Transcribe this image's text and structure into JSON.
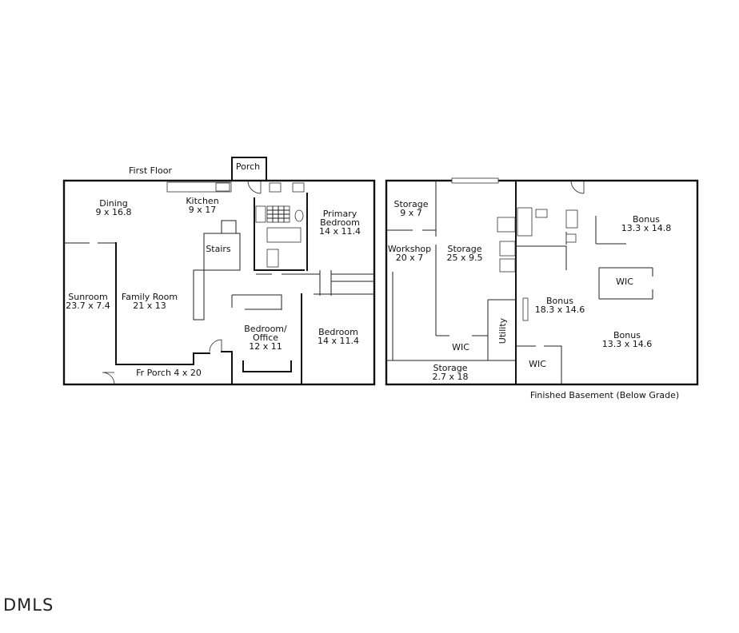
{
  "first_floor": {
    "title": "First Floor",
    "rooms": [
      {
        "id": "porch",
        "lines": [
          "Porch"
        ]
      },
      {
        "id": "dining",
        "lines": [
          "Dining",
          "9 x 16.8"
        ]
      },
      {
        "id": "kitchen",
        "lines": [
          "Kitchen",
          "9 x 17"
        ]
      },
      {
        "id": "primary-bedroom",
        "lines": [
          "Primary",
          "Bedroom",
          "14 x 11.4"
        ]
      },
      {
        "id": "stairs",
        "lines": [
          "Stairs"
        ]
      },
      {
        "id": "sunroom",
        "lines": [
          "Sunroom",
          "23.7 x 7.4"
        ]
      },
      {
        "id": "family-room",
        "lines": [
          "Family Room",
          "21 x 13"
        ]
      },
      {
        "id": "bedroom-office",
        "lines": [
          "Bedroom/",
          "Office",
          "12 x 11"
        ]
      },
      {
        "id": "bedroom",
        "lines": [
          "Bedroom",
          "14 x 11.4"
        ]
      },
      {
        "id": "fr-porch",
        "lines": [
          "Fr Porch  4 x 20"
        ]
      }
    ]
  },
  "basement": {
    "caption": "Finished Basement (Below Grade)",
    "rooms": [
      {
        "id": "storage-a",
        "lines": [
          "Storage",
          "9 x 7"
        ]
      },
      {
        "id": "workshop",
        "lines": [
          "Workshop",
          "20 x 7"
        ]
      },
      {
        "id": "storage-b",
        "lines": [
          "Storage",
          "25 x 9.5"
        ]
      },
      {
        "id": "bonus-a",
        "lines": [
          "Bonus",
          "13.3 x 14.8"
        ]
      },
      {
        "id": "wic-a",
        "lines": [
          "WIC"
        ]
      },
      {
        "id": "bonus-b",
        "lines": [
          "Bonus",
          "18.3 x 14.6"
        ]
      },
      {
        "id": "utility",
        "lines": [
          "Utility"
        ]
      },
      {
        "id": "wic-b",
        "lines": [
          "WIC"
        ]
      },
      {
        "id": "bonus-c",
        "lines": [
          "Bonus",
          "13.3 x 14.6"
        ]
      },
      {
        "id": "storage-c",
        "lines": [
          "Storage",
          "2.7 x 18"
        ]
      },
      {
        "id": "wic-c",
        "lines": [
          "WIC"
        ]
      }
    ]
  },
  "logo": "DMLS"
}
